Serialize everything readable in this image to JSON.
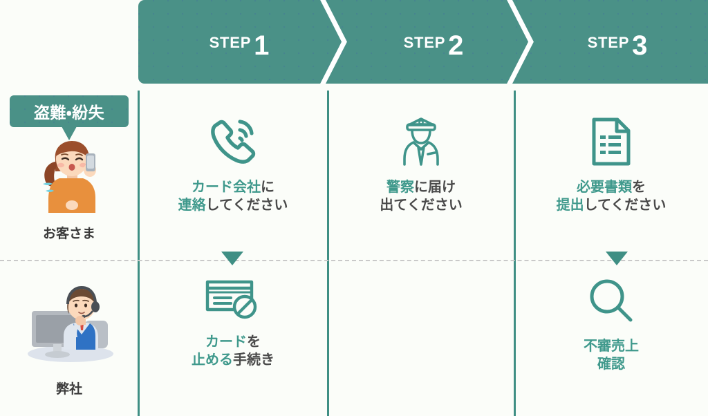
{
  "theme": {
    "teal": "#4a9187",
    "teal_text": "#3f998c",
    "teal_line": "#3f8f84",
    "dark_text": "#4a4a4a",
    "background": "#fbfdf9",
    "white": "#ffffff",
    "dash_gray": "#c9c9c9"
  },
  "header": {
    "steps": [
      {
        "label": "STEP",
        "number": "1"
      },
      {
        "label": "STEP",
        "number": "2"
      },
      {
        "label": "STEP",
        "number": "3"
      }
    ]
  },
  "left_column": {
    "badge": {
      "text": "盗難・紛失"
    },
    "rows": [
      {
        "label": "お客さま",
        "illustration": "worried-woman-on-phone-illustration"
      },
      {
        "label": "弊社",
        "illustration": "call-center-operator-illustration"
      }
    ]
  },
  "grid": {
    "rows": [
      {
        "row": "customer",
        "cells": [
          {
            "step": "1",
            "icon": "phone-ringing-icon",
            "lines": [
              {
                "segments": [
                  {
                    "text": "カード会社",
                    "style": "highlight"
                  },
                  {
                    "text": "に",
                    "style": "plain"
                  }
                ]
              },
              {
                "segments": [
                  {
                    "text": "連絡",
                    "style": "highlight"
                  },
                  {
                    "text": "してください",
                    "style": "plain"
                  }
                ]
              }
            ]
          },
          {
            "step": "2",
            "icon": "police-officer-icon",
            "lines": [
              {
                "segments": [
                  {
                    "text": "警察",
                    "style": "highlight"
                  },
                  {
                    "text": "に届け",
                    "style": "plain"
                  }
                ]
              },
              {
                "segments": [
                  {
                    "text": "出てください",
                    "style": "plain"
                  }
                ]
              }
            ]
          },
          {
            "step": "3",
            "icon": "document-list-icon",
            "lines": [
              {
                "segments": [
                  {
                    "text": "必要書類",
                    "style": "highlight"
                  },
                  {
                    "text": "を",
                    "style": "plain"
                  }
                ]
              },
              {
                "segments": [
                  {
                    "text": "提出",
                    "style": "highlight"
                  },
                  {
                    "text": "してください",
                    "style": "plain"
                  }
                ]
              }
            ]
          }
        ]
      },
      {
        "row": "company",
        "cells": [
          {
            "step": "1",
            "icon": "credit-card-blocked-icon",
            "lines": [
              {
                "segments": [
                  {
                    "text": "カード",
                    "style": "highlight"
                  },
                  {
                    "text": "を",
                    "style": "plain"
                  }
                ]
              },
              {
                "segments": [
                  {
                    "text": "止める",
                    "style": "highlight"
                  },
                  {
                    "text": "手続き",
                    "style": "plain"
                  }
                ]
              }
            ]
          },
          {
            "step": "2",
            "icon": "",
            "lines": []
          },
          {
            "step": "3",
            "icon": "magnifier-search-icon",
            "lines": [
              {
                "segments": [
                  {
                    "text": "不審売上",
                    "style": "highlight"
                  }
                ]
              },
              {
                "segments": [
                  {
                    "text": "確認",
                    "style": "highlight"
                  }
                ]
              }
            ]
          }
        ]
      }
    ]
  },
  "connectors": {
    "down_arrows_in_columns": [
      "1",
      "3"
    ],
    "divider_style": "dashed"
  }
}
